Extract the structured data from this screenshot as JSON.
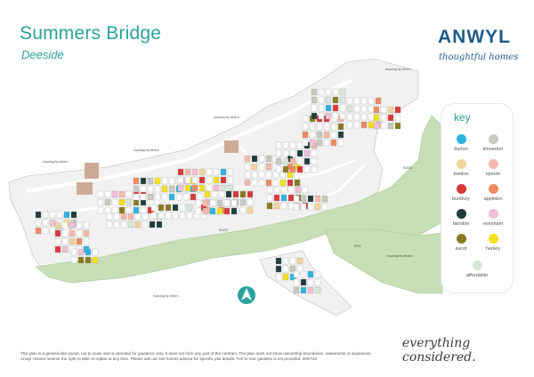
{
  "header": {
    "title": "Summers Bridge",
    "subtitle": "Deeside"
  },
  "brand": {
    "name": "ANWYL",
    "tagline": "thoughtful homes",
    "color": "#1e5b8c"
  },
  "map": {
    "labels": {
      "housing_by_others": "housing by others",
      "suds": "SUDS",
      "pos": "POS"
    }
  },
  "key": {
    "title": "key",
    "items": [
      {
        "name": "burton",
        "color": "#2fb2e0"
      },
      {
        "name": "kinnerton",
        "color": "#c9c9c2"
      },
      {
        "name": "bretton",
        "color": "#f2d59a"
      },
      {
        "name": "epsom",
        "color": "#f6b8ac"
      },
      {
        "name": "bunbury",
        "color": "#d9393b"
      },
      {
        "name": "appleton",
        "color": "#f08a5d"
      },
      {
        "name": "farndon",
        "color": "#1f3d3a"
      },
      {
        "name": "evesham",
        "color": "#f1c0d6"
      },
      {
        "name": "ascot",
        "color": "#8a7a1f"
      },
      {
        "name": "henley",
        "color": "#f5e11a"
      },
      {
        "name": "affordable",
        "color": "#d8e6da"
      }
    ]
  },
  "footer": {
    "slogan": "everything considered.",
    "disclaimer": "This plan is a general site layout, not to scale and is intended for guidance only. It does not form any part of the contract. The plan does not show ownership boundaries, easements or wayleaves. Anwyl Homes reserve the right to alter or replan at any time. Please ask our site homes advisor for specific plot details. Turf to rear gardens is not provided. 2007/22"
  }
}
